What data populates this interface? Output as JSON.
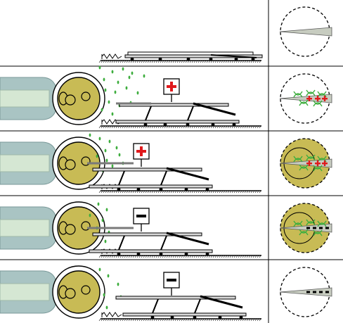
{
  "panels": [
    {
      "id": "row-1",
      "pipette": false,
      "egg": false,
      "sign": "none",
      "actuator": "retracted",
      "dna_release": false,
      "inset": "needle-only"
    },
    {
      "id": "row-2",
      "pipette": true,
      "egg": true,
      "sign": "plus",
      "actuator": "extending",
      "dna_release": true,
      "inset": "needle-with-dna-plus"
    },
    {
      "id": "row-3",
      "pipette": true,
      "egg": true,
      "sign": "plus",
      "actuator": "penetrating",
      "dna_release": true,
      "inset": "nucleus-dna-plus"
    },
    {
      "id": "row-4",
      "pipette": true,
      "egg": true,
      "sign": "minus",
      "actuator": "penetrating",
      "dna_release": true,
      "inset": "nucleus-dna-minus"
    },
    {
      "id": "row-5",
      "pipette": true,
      "egg": true,
      "sign": "minus",
      "actuator": "retracting",
      "dna_release": true,
      "inset": "needle-minus"
    }
  ],
  "colors": {
    "pipette_fill": "#a9c4c3",
    "pipette_core": "#d5e7d3",
    "egg_fill": "#c8bb55",
    "dna_green": "#3fae3f",
    "sign_red": "#e0191c",
    "needle_gray": "#c7ccc0",
    "line": "#000000"
  },
  "icons": {
    "plus": "plus-sign-icon",
    "minus": "minus-sign-icon",
    "spring": "spring-icon",
    "dna": "dna-helix-icon"
  }
}
